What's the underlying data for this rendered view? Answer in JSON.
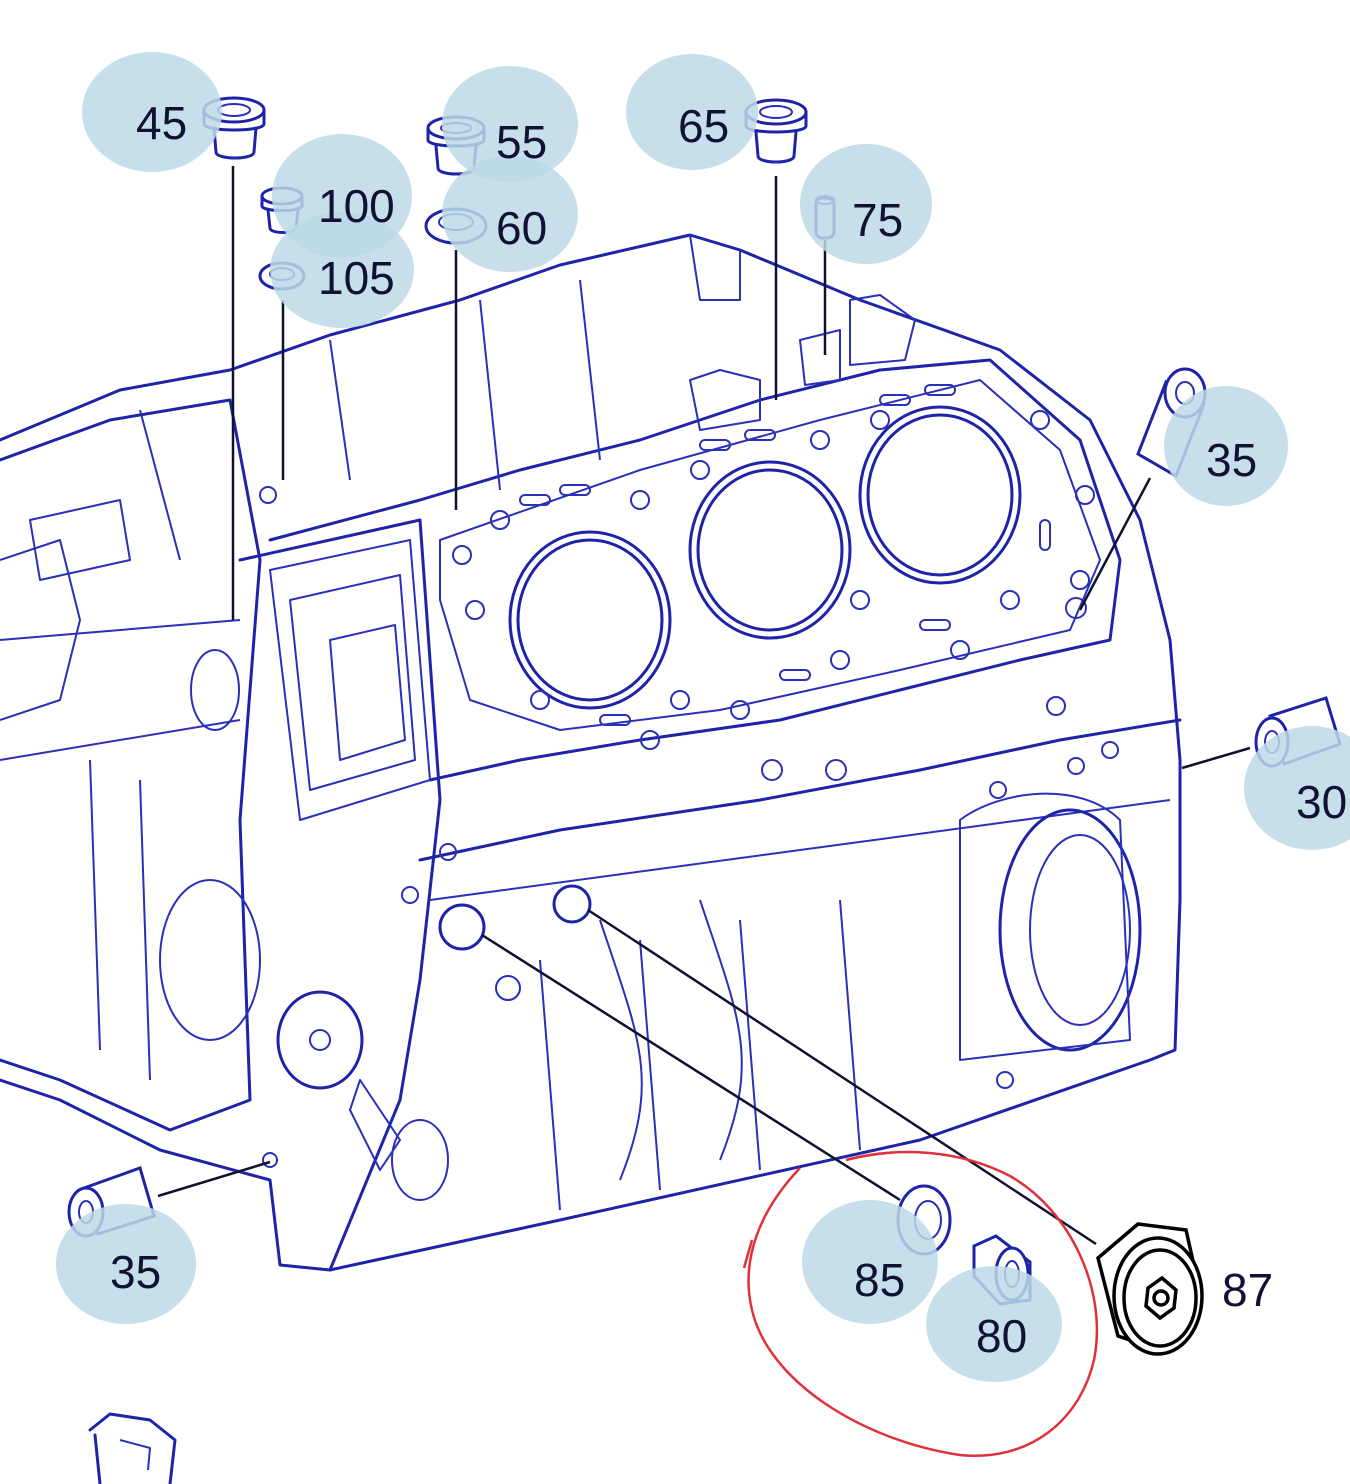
{
  "diagram": {
    "highlight_color": "#bcd9e6",
    "line_color": "#1e24a8",
    "annotation_color": "#e0303a",
    "callouts": [
      {
        "id": "c45",
        "label": "45"
      },
      {
        "id": "c100",
        "label": "100"
      },
      {
        "id": "c105",
        "label": "105"
      },
      {
        "id": "c55",
        "label": "55"
      },
      {
        "id": "c60",
        "label": "60"
      },
      {
        "id": "c65",
        "label": "65"
      },
      {
        "id": "c75",
        "label": "75"
      },
      {
        "id": "c35a",
        "label": "35"
      },
      {
        "id": "c30",
        "label": "30"
      },
      {
        "id": "c35b",
        "label": "35"
      },
      {
        "id": "c85",
        "label": "85"
      },
      {
        "id": "c80",
        "label": "80"
      },
      {
        "id": "c87",
        "label": "87"
      }
    ]
  }
}
